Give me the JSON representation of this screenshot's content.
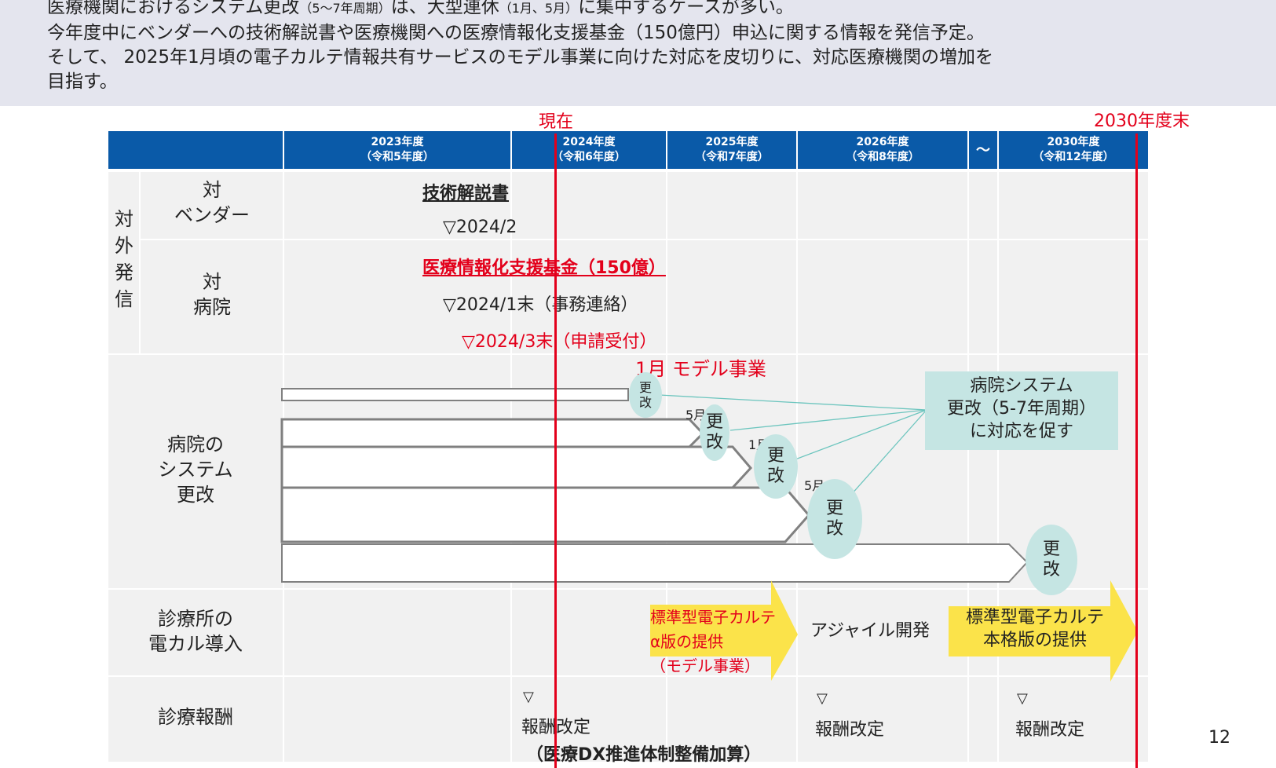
{
  "intro": {
    "line1_main": "医療機関におけるシステム更改",
    "line1_small1": "（5～7年周期）",
    "line1_mid": "は、大型連休",
    "line1_small2": "（1月、5月）",
    "line1_end": "に集中するケースが多い。",
    "line2": "今年度中にベンダーへの技術解説書や医療機関への医療情報化支援基金（150億円）申込に関する情報を発信予定。",
    "line3": "そして、 2025年1月頃の電子カルテ情報共有サービスのモデル事業に向けた対応を皮切りに、対応医療機関の増加を",
    "line4": "目指す。"
  },
  "markers": {
    "now": "現在",
    "end": "2030年度末"
  },
  "columns": [
    {
      "year": "2023年度",
      "era": "（令和5年度）"
    },
    {
      "year": "2024年度",
      "era": "（令和6年度）"
    },
    {
      "year": "2025年度",
      "era": "（令和7年度）"
    },
    {
      "year": "2026年度",
      "era": "（令和8年度）"
    },
    {
      "year": "～",
      "era": ""
    },
    {
      "year": "2030年度",
      "era": "（令和12年度）"
    }
  ],
  "rows": {
    "external": "対\n外\n発\n信",
    "vendor": "対\nベンダー",
    "hospital": "対\n病院",
    "system": "病院の\nシステム\n更改",
    "clinic": "診療所の\n電カル導入",
    "fee": "診療報酬"
  },
  "vendor_items": {
    "doc": "技術解説書",
    "date": "▽2024/2"
  },
  "hospital_items": {
    "fund": "医療情報化支援基金（150億）",
    "notice": "▽2024/1末（事務連絡）",
    "apply": "▽2024/3末（申請受付）"
  },
  "system_items": {
    "model": "1月  モデル事業",
    "renew": "更\n改",
    "m5a": "5月",
    "m1": "1月",
    "m5b": "5月",
    "callout": "病院システム\n更改（5-7年周期）\nに対応を促す"
  },
  "clinic_items": {
    "alpha": "標準型電子カルテ\nα版の提供\n（モデル事業）",
    "agile": "アジャイル開発",
    "full": "標準型電子カルテ\n本格版の提供"
  },
  "fee_items": {
    "tri": "▽",
    "revision": "報酬改定",
    "dx": "（医療DX推進体制整備加算）"
  },
  "page_number": "12",
  "colors": {
    "header_blue": "#0a5aa8",
    "accent_red": "#e3001b",
    "circle_teal": "#c5e5e3",
    "arrow_yellow": "#fbe34a"
  }
}
